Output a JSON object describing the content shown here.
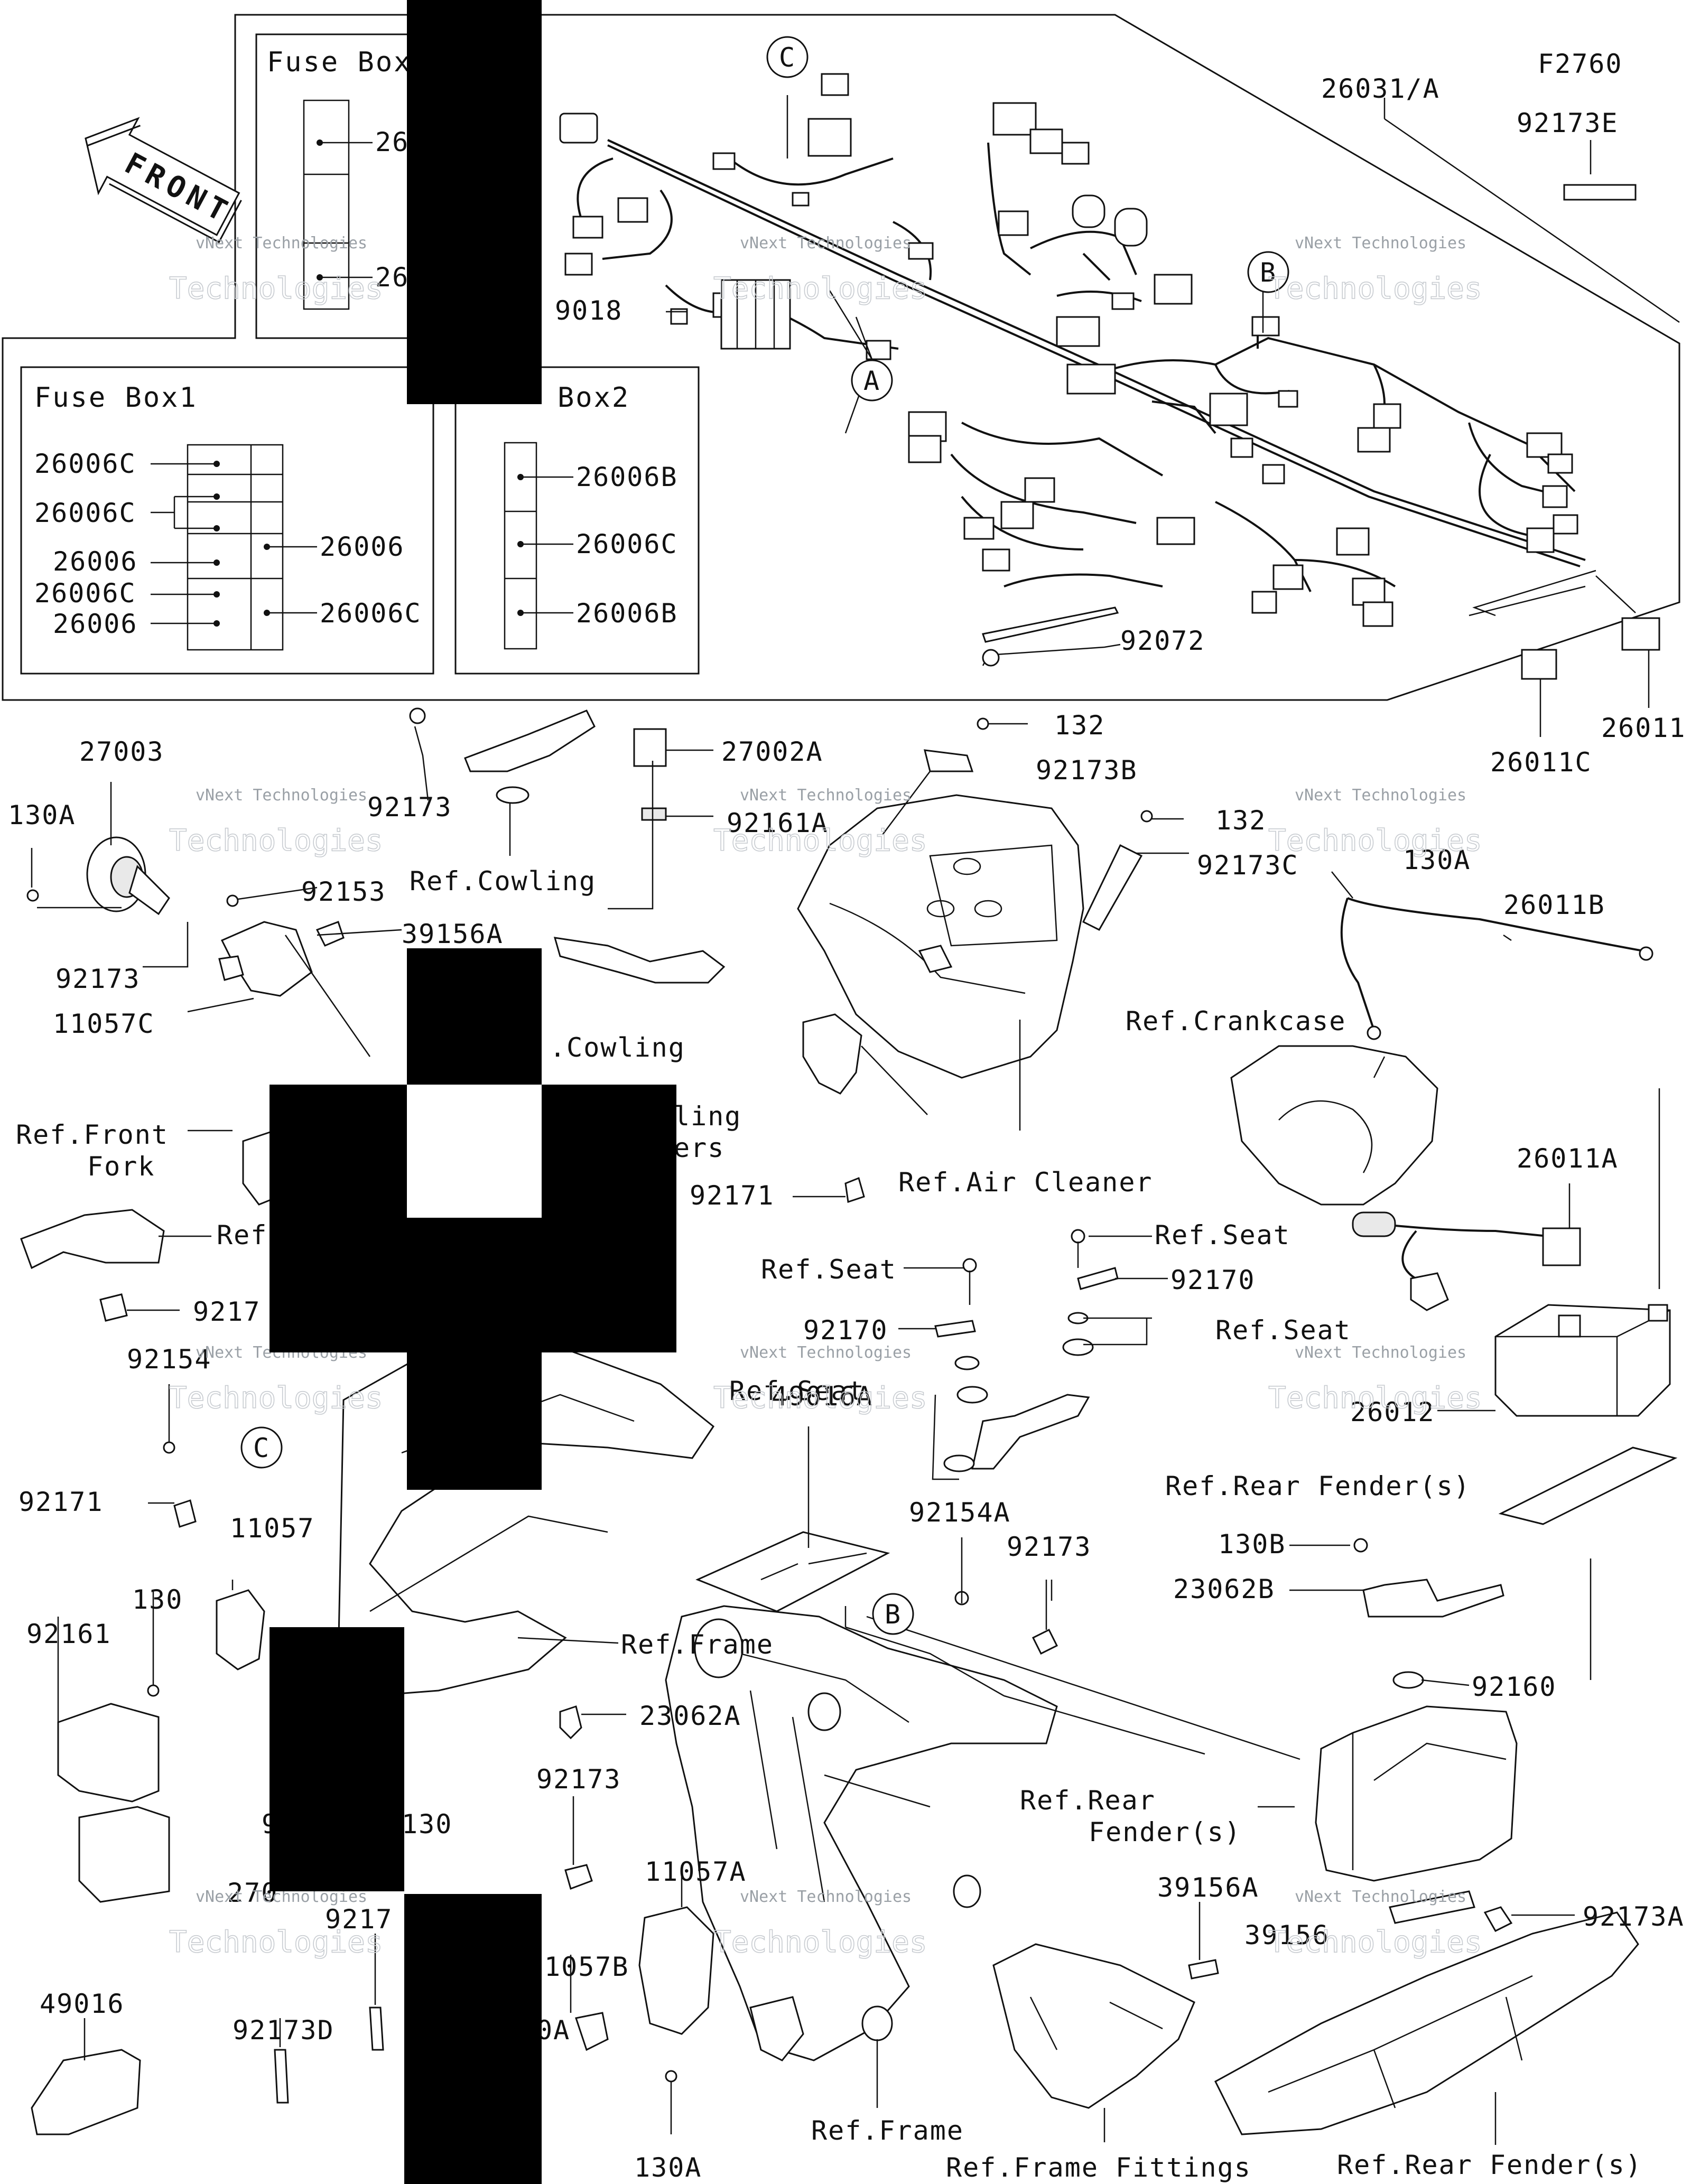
{
  "diagram_code": "F2760",
  "front_arrow": {
    "text": "FRONT",
    "icon": "front-arrow-icon"
  },
  "fuse_box": {
    "title": "Fuse Box"
  },
  "fuse_box1": {
    "title": "Fuse Box1",
    "labels": [
      "26006C",
      "26006C",
      "26006",
      "26006C",
      "26006",
      "26006",
      "26006C"
    ]
  },
  "fuse_box2": {
    "title": "Box2",
    "labels": [
      "26006B",
      "26006C",
      "26006B"
    ]
  },
  "circle_callouts": [
    "C",
    "B",
    "A",
    "C",
    "B"
  ],
  "watermark": {
    "line1": "vNext Technologies",
    "line2": "Technologies"
  },
  "labels": {
    "l_26031A": "26031/A",
    "l_92173E": "92173E",
    "l_9018": "9018",
    "l_92072": "92072",
    "l_26011": "26011",
    "l_26011C": "26011C",
    "l_27003": "27003",
    "l_130A_1": "130A",
    "l_92173_1": "92173",
    "l_11057C": "11057C",
    "l_92153": "92153",
    "l_39156A_1": "39156A",
    "l_92173_2": "92173",
    "l_refcowling_1": "Ref.Cowling",
    "l_27002A": "27002A",
    "l_92161A": "92161A",
    "l_refcowling_2": ".Cowling",
    "l_132_1": "132",
    "l_92173B": "92173B",
    "l_132_2": "132",
    "l_92173C": "92173C",
    "l_130A_2": "130A",
    "l_26011B": "26011B",
    "l_refcrankcase": "Ref.Crankcase",
    "l_refairclean": "Ref.Air Cleaner",
    "l_ling": "ling",
    "l_ers": "ers",
    "l_92171_1": "92171",
    "l_reffrontfork_1": "Ref.Front",
    "l_reffrontfork_2": "Fork",
    "l_ref_left": "Ref",
    "l_9217": "9217",
    "l_92154": "92154",
    "l_26011A": "26011A",
    "l_refseat_1": "Ref.Seat",
    "l_refseat_2": "Ref.Seat",
    "l_92170_1": "92170",
    "l_92170_2": "92170",
    "l_refseat_3": "Ref.Seat",
    "l_refseat_4": "Ref.Seat",
    "l_26012": "26012",
    "l_92171_2": "92171",
    "l_11057": "11057",
    "l_49016A": "49016A",
    "l_refrearfender_1": "Ref.Rear Fender(s)",
    "l_92154A": "92154A",
    "l_92173_3": "92173",
    "l_130B": "130B",
    "l_23062B": "23062B",
    "l_130_1": "130",
    "l_92161": "92161",
    "l_refframe_1": "Ref.Frame",
    "l_92160": "92160",
    "l_23062A": "23062A",
    "l_92173_4": "92173",
    "l_refrear_2a": "Ref.Rear",
    "l_refrear_2b": "Fender(s)",
    "l_130_2": "130",
    "l_9_left": "9",
    "l_270": "270",
    "l_11057A": "11057A",
    "l_39156A_2": "39156A",
    "l_39156": "39156",
    "l_92173A": "92173A",
    "l_9217_3": "9217",
    "l_1057B": "1057B",
    "l_0A": "0A",
    "l_49016": "49016",
    "l_92173D": "92173D",
    "l_refframe_2": "Ref.Frame",
    "l_130A_3": "130A",
    "l_refframefit": "Ref.Frame Fittings",
    "l_refrearfender_3": "Ref.Rear Fender(s)",
    "l_26_a": "26",
    "l_26_b": "26"
  }
}
